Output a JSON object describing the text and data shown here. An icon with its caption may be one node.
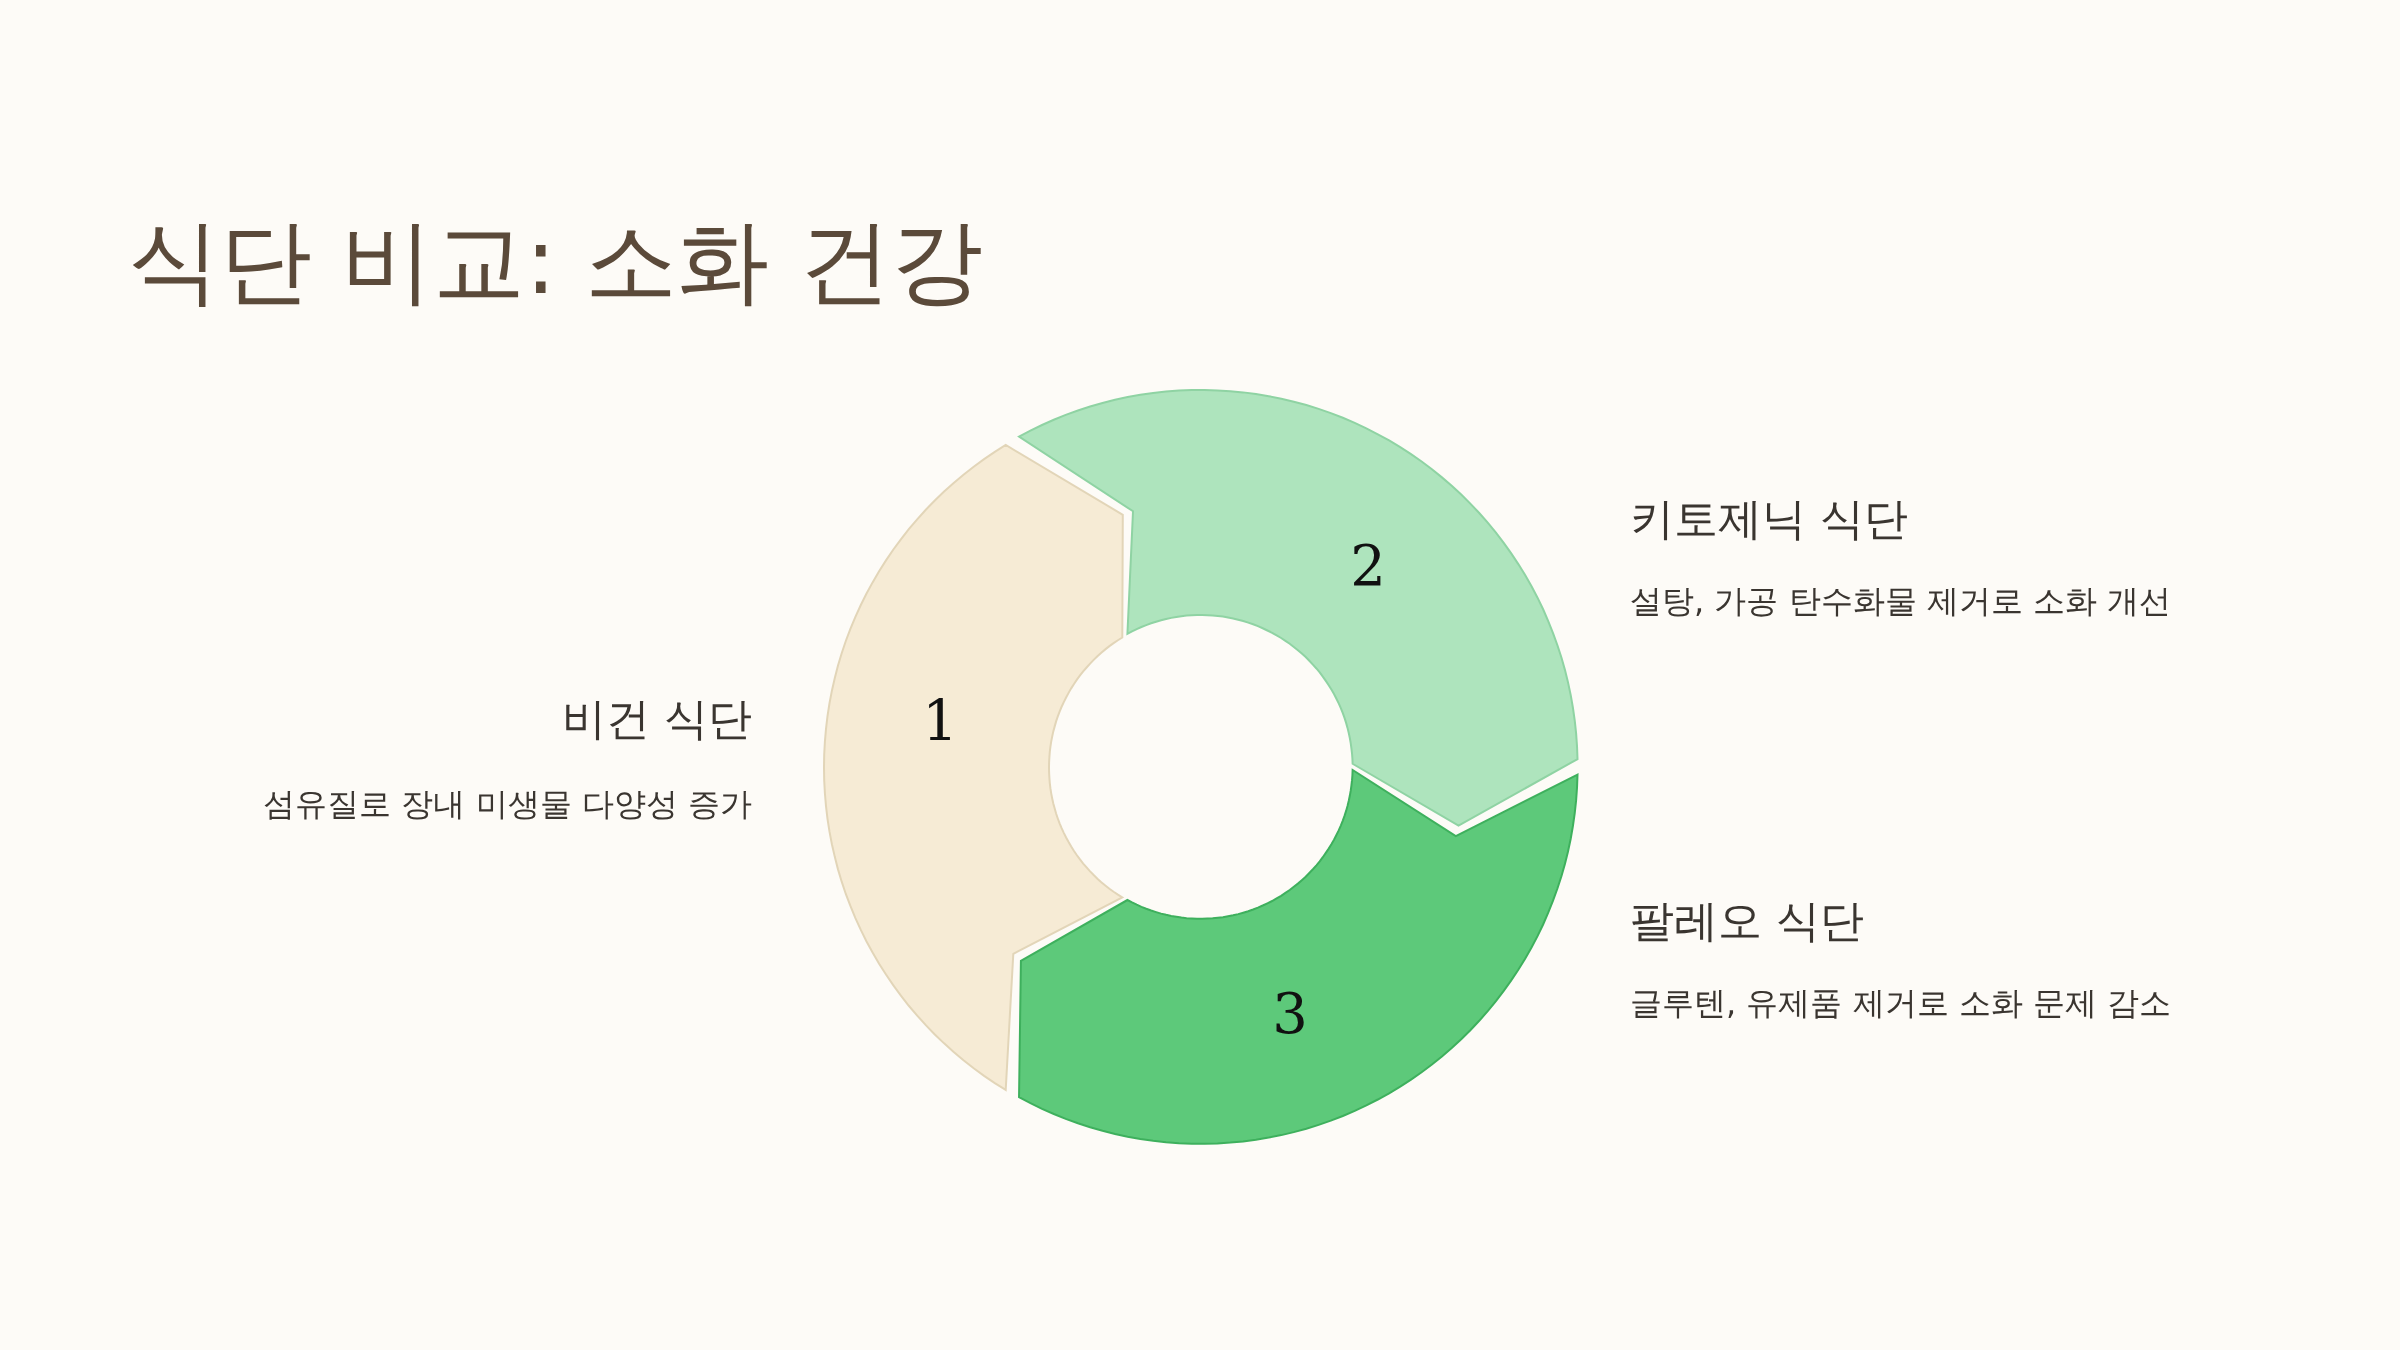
{
  "diagram": {
    "title": "식단 비교: 소화 건강",
    "nodes": [
      {
        "text": [
          "1"
        ],
        "beside": [
          "비건 식단",
          "섬유질로 장내 미생물 다양성 증가"
        ]
      },
      {
        "text": [
          "2"
        ],
        "beside": [
          "키토제닉 식단",
          "설탕, 가공 탄수화물 제거로 소화 개선"
        ]
      },
      {
        "text": [
          "3"
        ],
        "beside": [
          "팔레오 식단",
          "글루텐, 유제품 제거로 소화 문제 감소"
        ]
      }
    ],
    "edges": []
  }
}
